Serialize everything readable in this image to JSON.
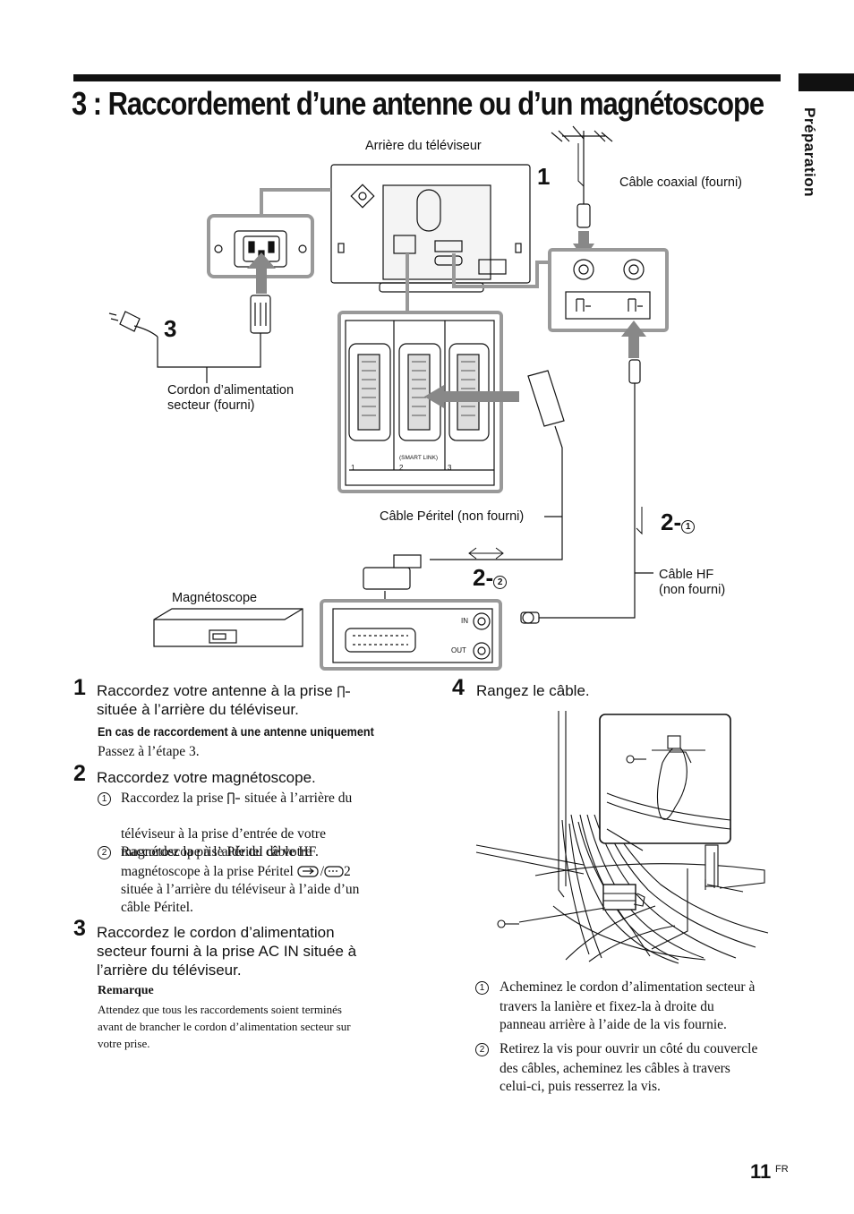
{
  "page": {
    "title": "3 : Raccordement d’une antenne ou d’un magnétoscope",
    "side_tab": "Préparation",
    "page_number": "11",
    "lang": "FR"
  },
  "diagram": {
    "tv_back_label": "Arrière du téléviseur",
    "coax_label": "Câble coaxial (fourni)",
    "power_cord_label_1": "Cordon d’alimentation",
    "power_cord_label_2": "secteur (fourni)",
    "scart_cable_label": "Câble Péritel (non fourni)",
    "rf_cable_label_1": "Câble HF",
    "rf_cable_label_2": "(non fourni)",
    "vcr_label": "Magnétoscope",
    "smart_link": "(SMART LINK)",
    "in_label": "IN",
    "out_label": "OUT",
    "callout_1": "1",
    "callout_3": "3",
    "callout_2_1": "2-",
    "callout_2_2": "2-",
    "circ_1": "1",
    "circ_2": "2",
    "scart_num_1": "1",
    "scart_num_2": "2",
    "scart_num_3": "3"
  },
  "steps": {
    "s1_num": "1",
    "s1_text_a": "Raccordez votre antenne à la prise",
    "s1_text_b": "située à l’arrière du téléviseur.",
    "s1_sub_heading": "En cas de raccordement à une antenne uniquement",
    "s1_sub_text": "Passez à l’étape 3.",
    "s2_num": "2",
    "s2_text": "Raccordez votre magnétoscope.",
    "s2_i1_num": "1",
    "s2_i1_a": "Raccordez la prise",
    "s2_i1_b": "située à l’arrière du",
    "s2_i1_c": "téléviseur à la prise d’entrée de votre",
    "s2_i1_d": "magnétoscope à l’aide du câble HF.",
    "s2_i2_num": "2",
    "s2_i2_a": "Raccordez la prise Péritel de votre",
    "s2_i2_b": "magnétoscope à la prise Péritel",
    "s2_i2_b2": "/",
    "s2_i2_b3": "2",
    "s2_i2_c": "située à l’arrière du téléviseur à l’aide d’un",
    "s2_i2_d": "câble Péritel.",
    "s3_num": "3",
    "s3_a": "Raccordez le cordon d’alimentation",
    "s3_b": "secteur fourni à la prise AC IN située à",
    "s3_c": "l’arrière du téléviseur.",
    "remark_title": "Remarque",
    "remark_a": "Attendez que tous les raccordements soient terminés",
    "remark_b": "avant de brancher le cordon d’alimentation secteur sur",
    "remark_c": "votre prise.",
    "s4_num": "4",
    "s4_text": "Rangez le câble.",
    "s4_i1_num": "1",
    "s4_i1_a": "Acheminez le cordon d’alimentation secteur à",
    "s4_i1_b": "travers la lanière et fixez-la à droite du",
    "s4_i1_c": "panneau arrière à l’aide de la vis fournie.",
    "s4_i2_num": "2",
    "s4_i2_a": "Retirez la vis pour ouvrir un côté du couvercle",
    "s4_i2_b": "des câbles, acheminez les câbles à travers",
    "s4_i2_c": "celui-ci, puis resserrez la vis."
  }
}
